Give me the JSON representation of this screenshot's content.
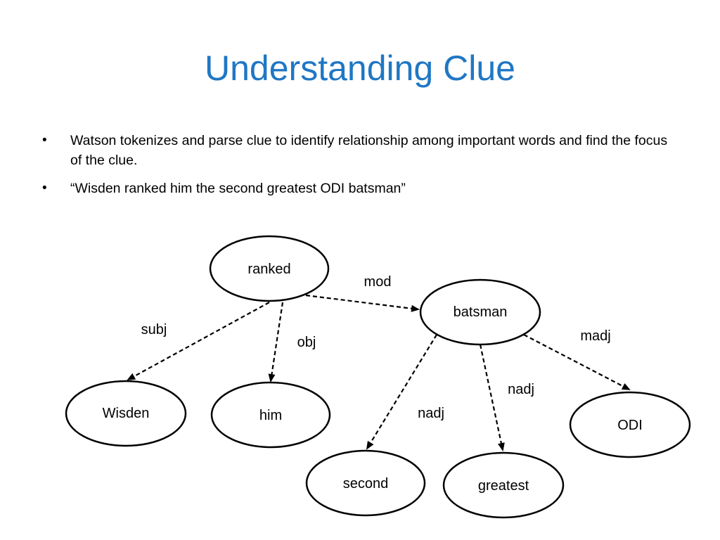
{
  "slide": {
    "title": "Understanding Clue",
    "bullet_symbol": "•",
    "bullets": [
      "Watson tokenizes and parse clue to identify relationship among important words and find the focus of the clue.",
      "“Wisden ranked him the second greatest ODI batsman”"
    ]
  },
  "diagram": {
    "nodes": {
      "ranked": "ranked",
      "batsman": "batsman",
      "wisden": "Wisden",
      "him": "him",
      "second": "second",
      "greatest": "greatest",
      "odi": "ODI"
    },
    "edges": {
      "ranked_batsman": "mod",
      "ranked_wisden": "subj",
      "ranked_him": "obj",
      "batsman_odi": "madj",
      "batsman_greatest": "nadj",
      "batsman_second": "nadj"
    },
    "style": {
      "edge_style": "dashed-arrow",
      "node_shape": "ellipse"
    }
  },
  "colors": {
    "title": "#1f77c4",
    "text": "#000000",
    "background": "#ffffff"
  }
}
